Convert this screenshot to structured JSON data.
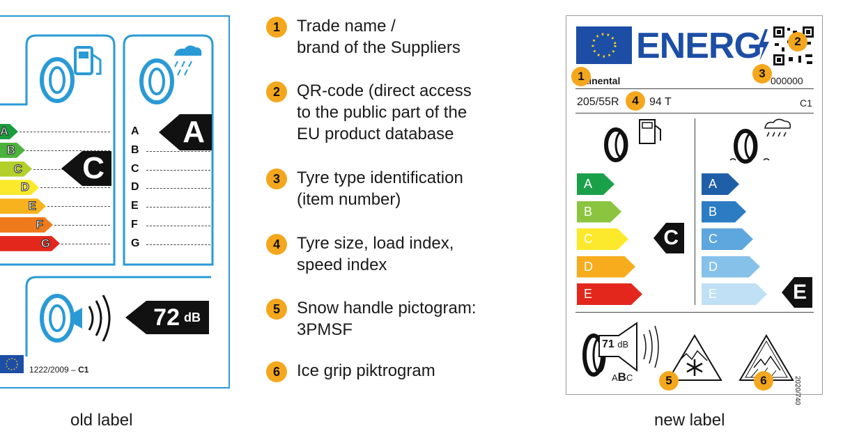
{
  "old_label": {
    "caption": "old label",
    "fuel_scale": [
      "A",
      "B",
      "C",
      "D",
      "E",
      "F",
      "G"
    ],
    "fuel_scale_colors": [
      "#1a9b3c",
      "#4bb23a",
      "#b3cf29",
      "#fde92b",
      "#f7b21d",
      "#ef7a1c",
      "#e3271c"
    ],
    "fuel_rating": "C",
    "wet_scale": [
      "A",
      "B",
      "C",
      "D",
      "E",
      "F",
      "G"
    ],
    "wet_rating": "A",
    "noise_value": "72",
    "noise_unit": "dB",
    "regulation": "1222/2009 –",
    "tyre_class": "C1",
    "frame_color": "#2a9ad6"
  },
  "legend": [
    {
      "number": "1",
      "text": "Trade name /\nbrand of the Suppliers"
    },
    {
      "number": "2",
      "text": "QR-code (direct access\nto the public part of the\nEU product database"
    },
    {
      "number": "3",
      "text": "Tyre type identification\n(item number)"
    },
    {
      "number": "4",
      "text": "Tyre size, load index,\nspeed index"
    },
    {
      "number": "5",
      "text": "Snow handle pictogram:\n3PMSF"
    },
    {
      "number": "6",
      "text": "Ice grip piktrogram"
    }
  ],
  "new_label": {
    "caption": "new label",
    "energy_title": "ENERG",
    "brand": "ntinental",
    "item_number": "000000",
    "size": "205/55R",
    "load_speed": "94 T",
    "tyre_class": "C1",
    "fuel_scale": [
      "A",
      "B",
      "C",
      "D",
      "E"
    ],
    "fuel_colors": [
      "#1ba04a",
      "#8bc540",
      "#fde92b",
      "#f7ac1d",
      "#e3271c"
    ],
    "fuel_rating": "C",
    "wet_scale": [
      "A",
      "B",
      "C",
      "D",
      "E"
    ],
    "wet_colors": [
      "#1f5fa8",
      "#2c7cc4",
      "#5ea7de",
      "#86c1ea",
      "#bfe0f5"
    ],
    "wet_rating": "E",
    "noise_value": "71",
    "noise_unit": "dB",
    "noise_classes": [
      "A",
      "B",
      "C"
    ],
    "regulation": "2020/740",
    "badges": [
      "1",
      "2",
      "3",
      "4",
      "5",
      "6"
    ],
    "accent_color": "#f4a71d"
  }
}
